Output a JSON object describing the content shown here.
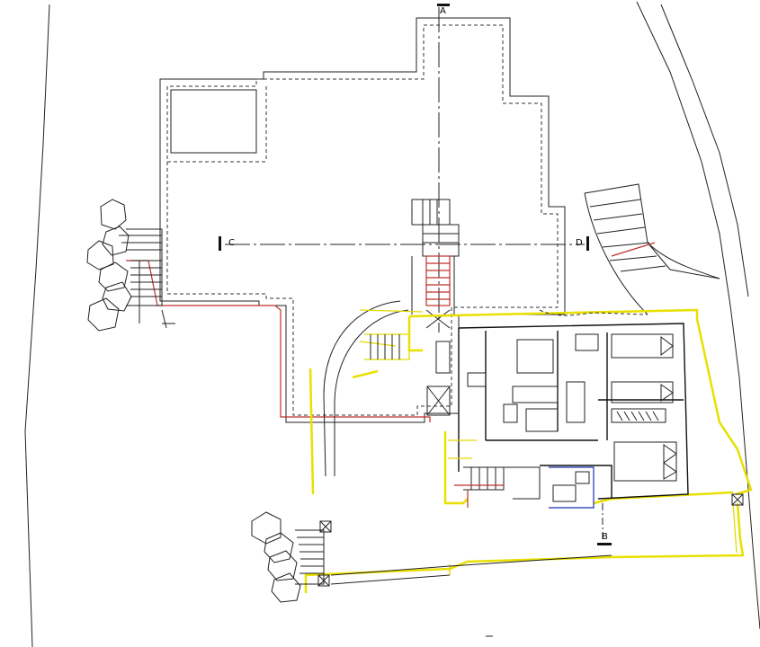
{
  "section_markers": {
    "a": "A",
    "b": "B",
    "c": "C",
    "d": "D"
  },
  "colors": {
    "outline": "#222222",
    "existing_dashed": "#333333",
    "red_line": "#c0302a",
    "yellow_line": "#e9e000",
    "blue_line": "#1b2fb0"
  }
}
